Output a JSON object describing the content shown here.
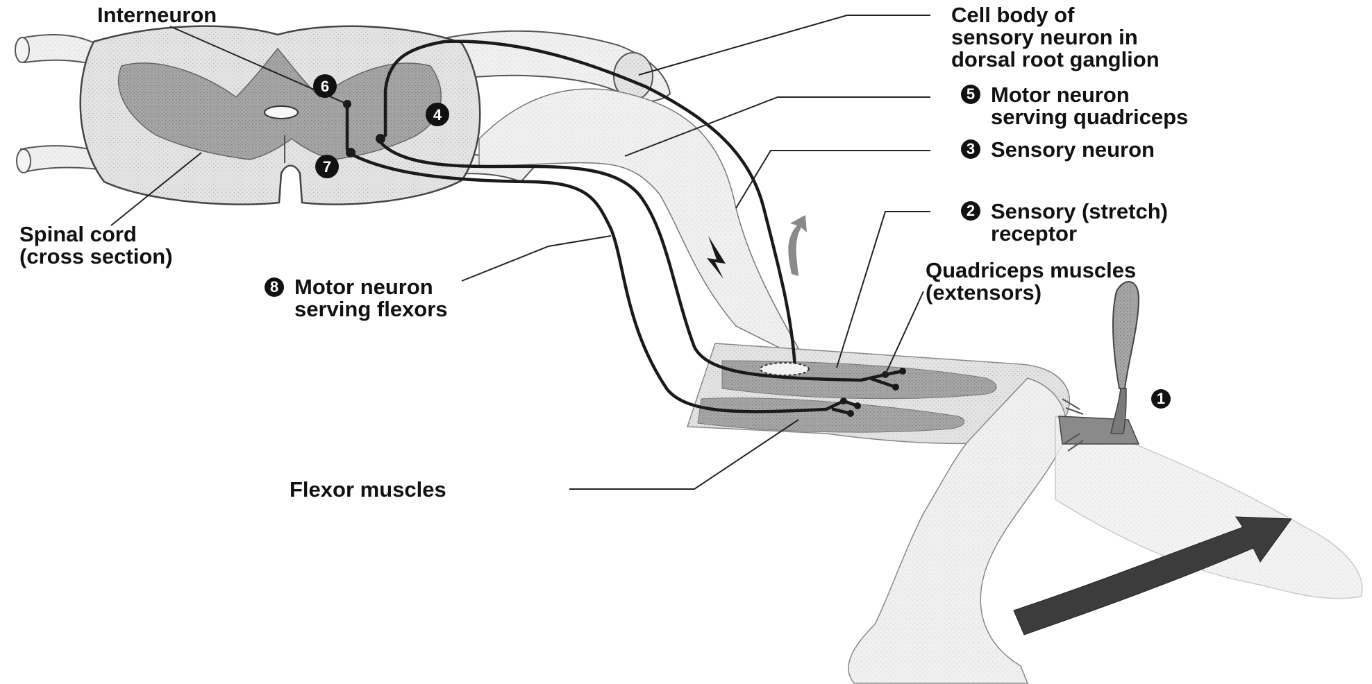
{
  "labels": {
    "interneuron": "Interneuron",
    "cell_body": [
      "Cell body of",
      "sensory neuron in",
      "dorsal root ganglion"
    ],
    "motor_quadriceps": [
      "Motor neuron",
      "serving quadriceps"
    ],
    "sensory_neuron": "Sensory neuron",
    "stretch_receptor": [
      "Sensory (stretch)",
      "receptor"
    ],
    "quadriceps_muscles": [
      "Quadriceps muscles",
      "(extensors)"
    ],
    "spinal_cord": [
      "Spinal cord",
      "(cross section)"
    ],
    "motor_flexors": [
      "Motor neuron",
      "serving flexors"
    ],
    "flexor_muscles": "Flexor muscles"
  },
  "steps": {
    "s1": "1",
    "s2": "2",
    "s3": "3",
    "s4": "4",
    "s5": "5",
    "s6": "6",
    "s7": "7",
    "s8": "8"
  },
  "colors": {
    "tissue": "#d9d9d9",
    "grey_matter": "#9a9a9a",
    "muscle": "#b5b5b5",
    "nerve": "#1a1a1a",
    "badge": "#111111",
    "arrow": "#3c3c3c"
  }
}
